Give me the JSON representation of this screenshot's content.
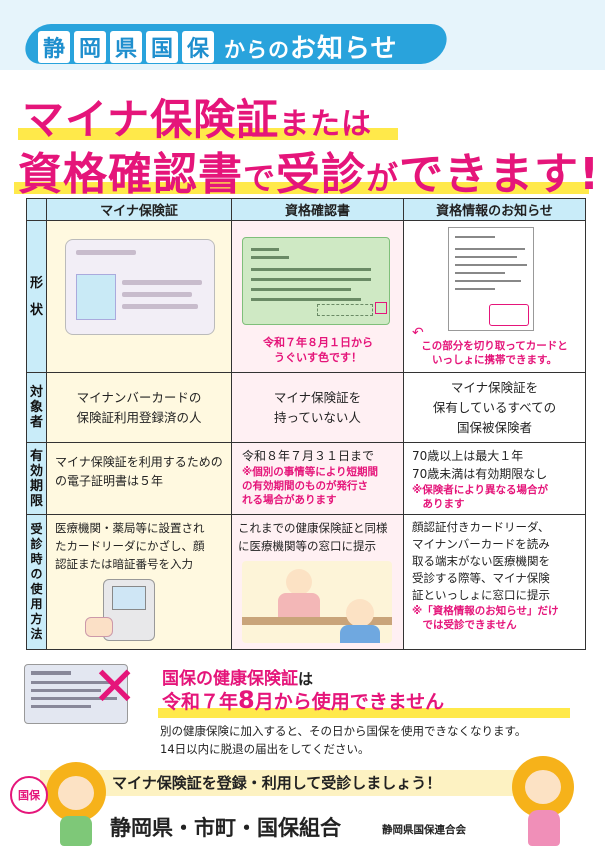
{
  "header": {
    "kanji": [
      "静",
      "岡",
      "県",
      "国",
      "保"
    ],
    "suffix_small": "からの",
    "suffix_big": "お知らせ"
  },
  "title": {
    "line1_main": "マイナ保険証",
    "line1_small": "または",
    "line2_main": "資格確認書",
    "line2_small1": "で",
    "line2_main2": "受診",
    "line2_small2": "が",
    "line2_main3": "できます!!"
  },
  "table": {
    "columns": [
      "マイナ保険証",
      "資格確認書",
      "資格情報のお知らせ"
    ],
    "rows": [
      {
        "label": [
          "形",
          "状"
        ]
      },
      {
        "label": [
          "対",
          "象",
          "者"
        ]
      },
      {
        "label": [
          "有",
          "効",
          "期",
          "限"
        ]
      },
      {
        "label": [
          "受",
          "診",
          "時",
          "の",
          "使",
          "用",
          "方",
          "法"
        ]
      }
    ],
    "shape": {
      "shikaku_note": "令和７年８月１日から\nうぐいす色です！",
      "oshirase_note": "この部分を切り取ってカードと\nいっしょに携帯できます。"
    },
    "target": {
      "mynumber": "マイナンバーカードの\n保険証利用登録済の人",
      "shikaku": "マイナ保険証を\n持っていない人",
      "oshirase": "マイナ保険証を\n保有しているすべての\n国保被保険者"
    },
    "validity": {
      "mynumber": "マイナ保険証を利用するための\nの電子証明書は５年",
      "shikaku_main": "令和８年７月３１日まで",
      "shikaku_note": "※個別の事情等により短期間\nの有効期間のものが発行さ\nれる場合があります",
      "oshirase_main": "70歳以上は最大１年\n70歳未満は有効期限なし",
      "oshirase_note": "※保険者により異なる場合が\n　あります"
    },
    "usage": {
      "mynumber": "医療機関・薬局等に設置され\nたカードリーダにかざし、顔\n認証または暗証番号を入力",
      "shikaku": "これまでの健康保険証と同様\nに医療機関等の窓口に提示",
      "oshirase_main": "顔認証付きカードリーダ、\nマイナンバーカードを読み\n取る端末がない医療機関を\n受診する際等、マイナ保険\n証といっしょに窓口に提示",
      "oshirase_note": "※「資格情報のお知らせ」だけ\n　では受診できません"
    }
  },
  "notice": {
    "line1_pink": "国保の健康保険証",
    "line1_black": "は",
    "line2_pre": "令和７年",
    "line2_big": "8",
    "line2_post": "月から使用できません",
    "para": "別の健康保険に加入すると、その日から国保を使用できなくなります。\n14日以内に脱退の届出をしてください。"
  },
  "footer": {
    "badge": "国保",
    "campaign": "マイナ保険証を登録・利用して受診しましょう！",
    "org": "静岡県・市町・国保組合",
    "org_small": "静岡県国保連合会"
  },
  "colors": {
    "accent": "#e5157a",
    "blue": "#29a3dc",
    "yellow": "#ffe94a",
    "header_bg": "#c9ecf9"
  }
}
